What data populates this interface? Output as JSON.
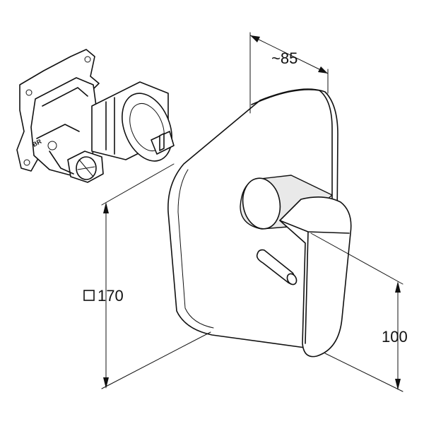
{
  "dimensions": {
    "depth_label": "~85",
    "plate_label": "170",
    "height_label": "100"
  },
  "valve_body": {
    "logo_text": "BR"
  },
  "icons": {
    "plate_symbol": "square-symbol-icon"
  },
  "colors": {
    "line": "#111111",
    "background": "#ffffff"
  }
}
